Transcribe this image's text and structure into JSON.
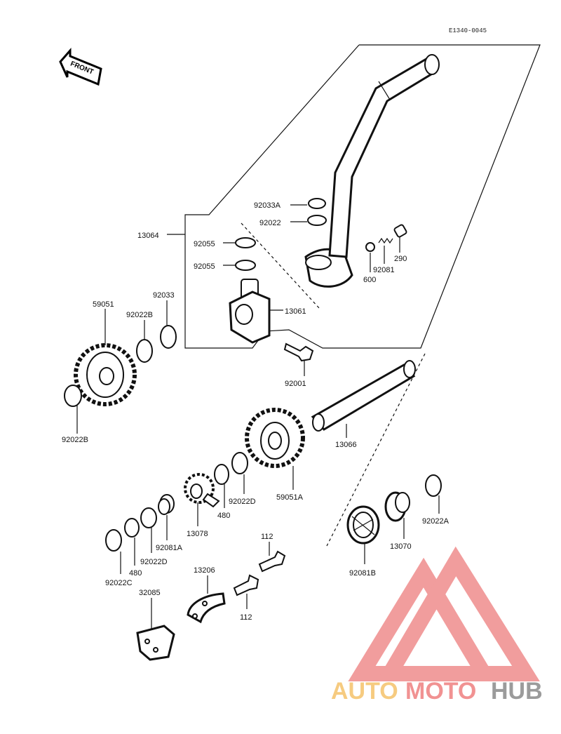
{
  "diagram_code": "E1340-0045",
  "front_label": "FRONT",
  "watermark": {
    "word_a": "AUTO",
    "word_b": "MOTO",
    "word_c": "HUB",
    "color_a": "#f5c26b",
    "color_b": "#ef7f7f",
    "color_c": "#8a8a8a"
  },
  "labels": {
    "p92033A": "92033A",
    "p92022_top": "92022",
    "p13064": "13064",
    "p92055_a": "92055",
    "p92055_b": "92055",
    "p290": "290",
    "p92081": "92081",
    "p600": "600",
    "p13061": "13061",
    "p59051": "59051",
    "p92033": "92033",
    "p92022B_top": "92022B",
    "p92001": "92001",
    "p92022B_left": "92022B",
    "p13066": "13066",
    "p59051A": "59051A",
    "p92022D_mid": "92022D",
    "p480_mid": "480",
    "p13078": "13078",
    "p92081A": "92081A",
    "p92022D_low": "92022D",
    "p480_low": "480",
    "p92022C": "92022C",
    "p92022A": "92022A",
    "p13070": "13070",
    "p92081B": "92081B",
    "p112_top": "112",
    "p112_low": "112",
    "p13206": "13206",
    "p32085": "32085"
  }
}
